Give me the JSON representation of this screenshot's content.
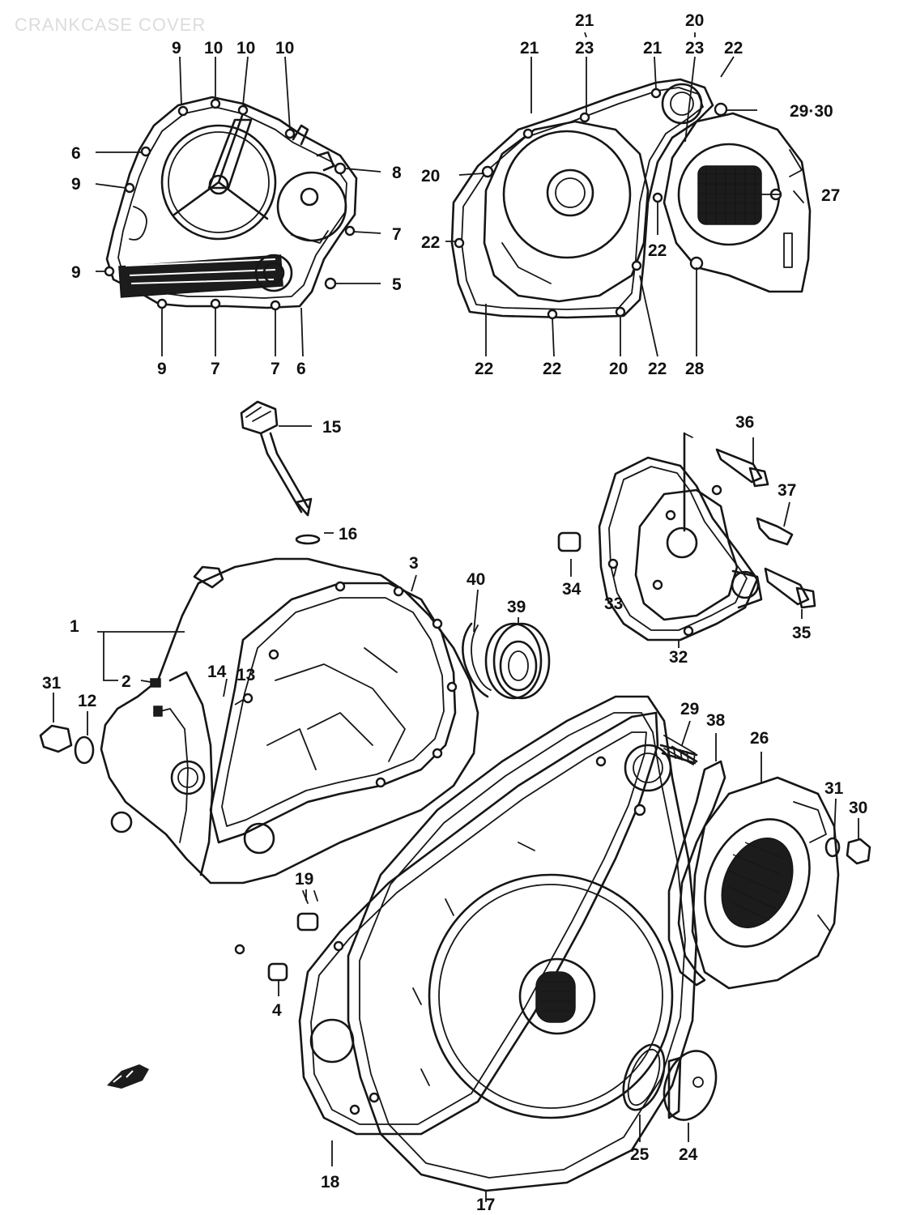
{
  "header": {
    "title": "CRANKCASE COVER"
  },
  "clutch_cover_labels": {
    "l9a": "9",
    "l10a": "10",
    "l10b": "10",
    "l10c": "10",
    "l6a": "6",
    "l8": "8",
    "l9b": "9",
    "l7a": "7",
    "l9c": "9",
    "l5": "5",
    "l9d": "9",
    "l7b": "7",
    "l7c": "7",
    "l6b": "6"
  },
  "magneto_cover_labels": {
    "l21a": "21",
    "l21b": "21",
    "l23a": "23",
    "l21c": "21",
    "l20a": "20",
    "l23b": "23",
    "l22a": "22",
    "l2930": "29·30",
    "l20b": "20",
    "l27": "27",
    "l22b": "22",
    "l22c": "22",
    "l22d": "22",
    "l22e": "22",
    "l20c": "20",
    "l22f": "22",
    "l28": "28"
  },
  "main_labels": {
    "l15": "15",
    "l16": "16",
    "l3": "3",
    "l40": "40",
    "l39": "39",
    "l36": "36",
    "l37": "37",
    "l34": "34",
    "l33": "33",
    "l32": "32",
    "l35": "35",
    "l1": "1",
    "l2": "2",
    "l13": "13",
    "l14": "14",
    "l31a": "31",
    "l12": "12",
    "l29": "29",
    "l38": "38",
    "l26": "26",
    "l31b": "31",
    "l30": "30",
    "l19": "19",
    "l4": "4",
    "l18": "18",
    "l17": "17",
    "l25": "25",
    "l24": "24"
  }
}
